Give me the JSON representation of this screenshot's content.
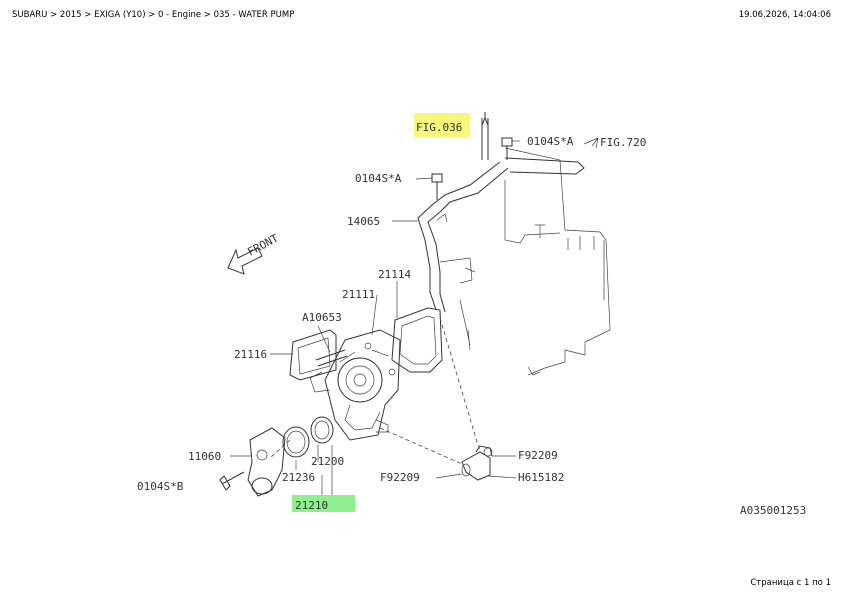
{
  "header": {
    "breadcrumb": "SUBARU > 2015 > EXIGA (Y10) > 0 - Engine > 035 - WATER PUMP",
    "timestamp": "19.06.2026, 14:04:06"
  },
  "footer": {
    "page_info": "Страница с 1 по 1"
  },
  "diagram": {
    "front_label": "FRONT",
    "code": "A035001253",
    "highlight_colors": {
      "yellow": "#f7f77a",
      "green": "#8ef08e"
    },
    "callouts": {
      "fig036": "FIG.036",
      "fig720": "FIG.720",
      "b0104a_top": "0104S*A",
      "b0104a_left": "0104S*A",
      "p14065": "14065",
      "p21114": "21114",
      "p21111": "21111",
      "pA10653": "A10653",
      "p21116": "21116",
      "p11060": "11060",
      "p0104b": "0104S*B",
      "p21236": "21236",
      "p21200": "21200",
      "p21210": "21210",
      "pF92209_r": "F92209",
      "pF92209_l": "F92209",
      "pH615182": "H615182"
    }
  }
}
